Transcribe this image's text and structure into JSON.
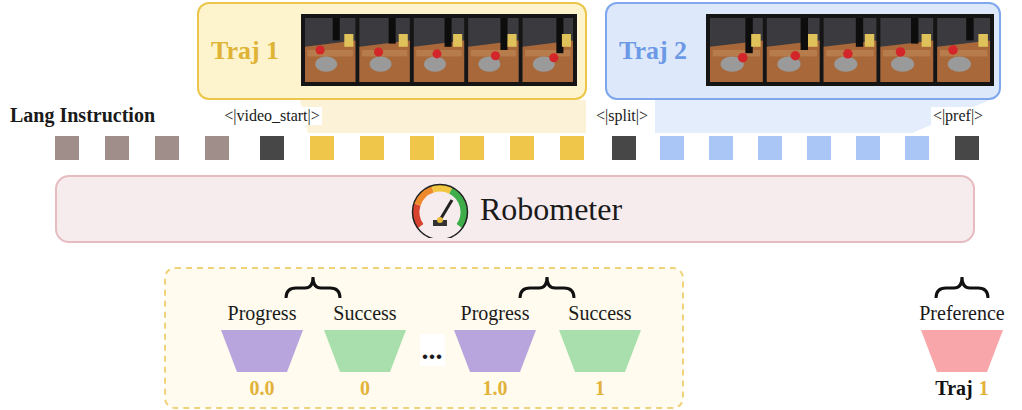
{
  "diagram": {
    "nodes": [
      {
        "text": [
          "Traj 1"
        ]
      },
      {
        "text": [
          "Traj 2"
        ]
      },
      {
        "text": [
          "Robometer"
        ]
      },
      {
        "text": [
          "Progress",
          "0.0"
        ]
      },
      {
        "text": [
          "Success",
          "0"
        ]
      },
      {
        "text": [
          "Progress",
          "1.0"
        ]
      },
      {
        "text": [
          "Success",
          "1"
        ]
      },
      {
        "text": [
          "Preference",
          "Traj",
          "1"
        ]
      }
    ],
    "labels": [
      "Lang Instruction",
      "<|video_start|>",
      "<|split|>",
      "<|pref|>",
      "..."
    ]
  }
}
